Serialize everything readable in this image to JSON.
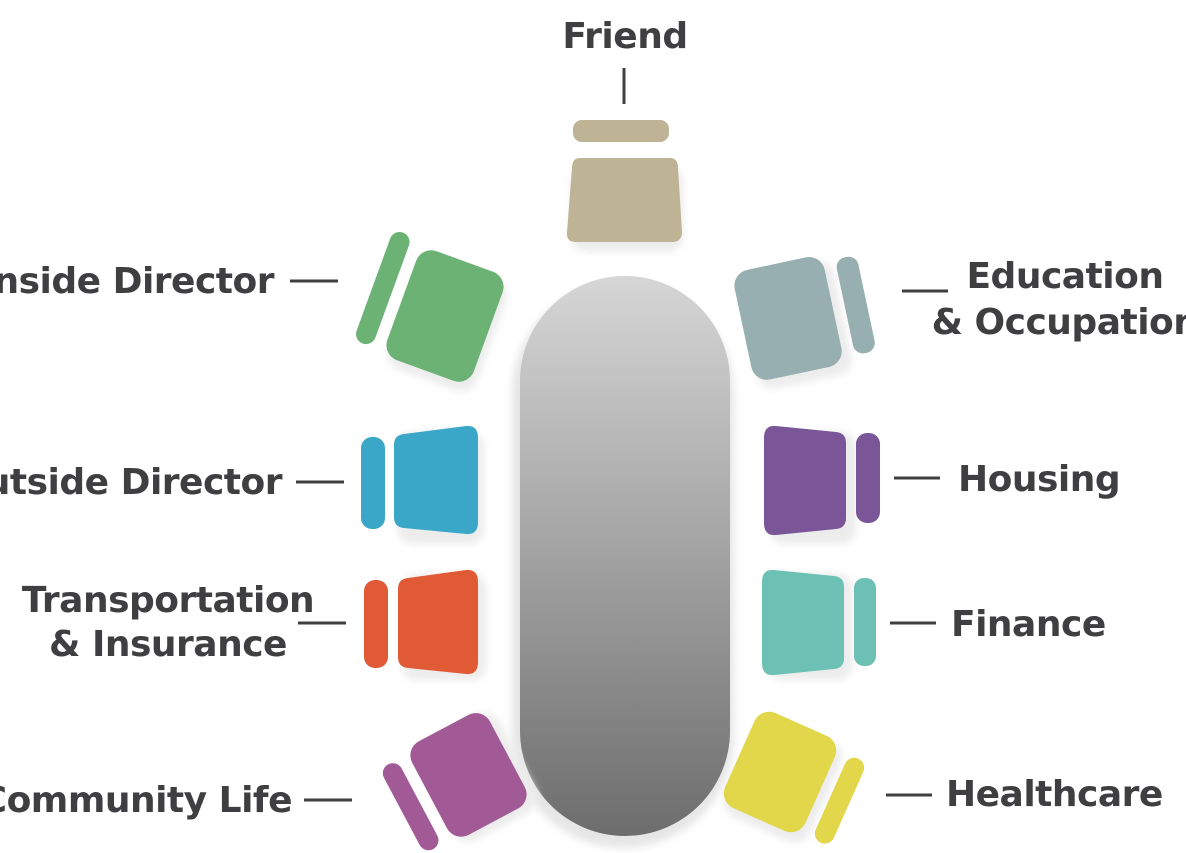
{
  "diagram": {
    "seats": [
      {
        "id": "friend",
        "label_lines": [
          "Friend"
        ],
        "color": "#bfb396"
      },
      {
        "id": "inside-director",
        "label_lines": [
          "Inside Director"
        ],
        "color": "#6bb274"
      },
      {
        "id": "outside-director",
        "label_lines": [
          "Outside Director"
        ],
        "color": "#3aa6c8"
      },
      {
        "id": "transportation-insurance",
        "label_lines": [
          "Transportation",
          "& Insurance"
        ],
        "color": "#e05a35"
      },
      {
        "id": "community-life",
        "label_lines": [
          "Community Life"
        ],
        "color": "#a25a96"
      },
      {
        "id": "education-occupation",
        "label_lines": [
          "Education",
          "& Occupation"
        ],
        "color": "#97afb0"
      },
      {
        "id": "housing",
        "label_lines": [
          "Housing"
        ],
        "color": "#7a5698"
      },
      {
        "id": "finance",
        "label_lines": [
          "Finance"
        ],
        "color": "#6cc0b4"
      },
      {
        "id": "healthcare",
        "label_lines": [
          "Healthcare"
        ],
        "color": "#e2d74a"
      }
    ],
    "colors": {
      "label_text": "#3f3f41",
      "table_light": "#d6d6d6",
      "table_dark": "#6d6d6d"
    }
  }
}
